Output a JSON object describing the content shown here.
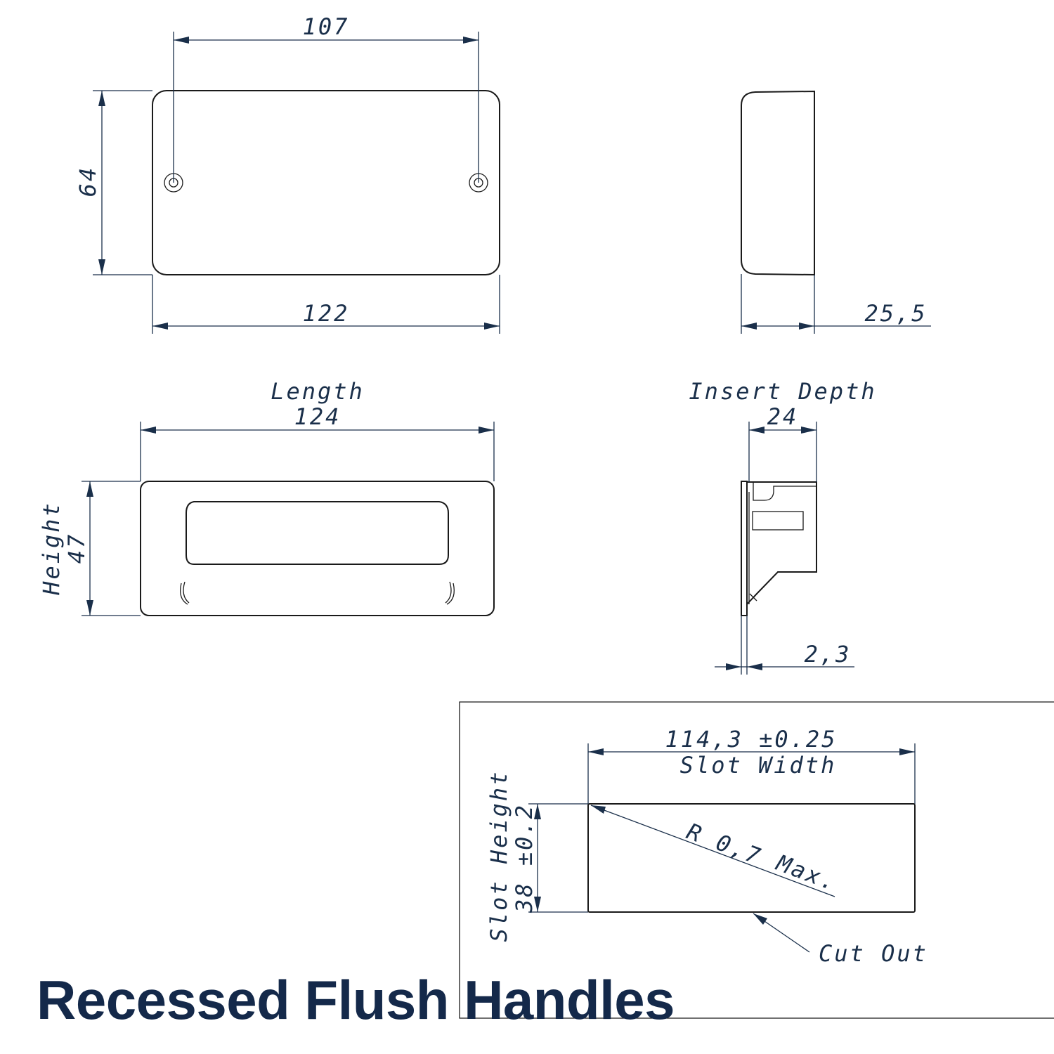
{
  "title": "Recessed Flush Handles",
  "colors": {
    "dimension": "#1a2f4a",
    "outline": "#1a1a1a",
    "title": "#14294a"
  },
  "front_view": {
    "hole_spacing": "107",
    "height": "64",
    "width": "122"
  },
  "side_view": {
    "depth": "25,5"
  },
  "handle_front": {
    "length_label": "Length",
    "length": "124",
    "height_label": "Height",
    "height": "47"
  },
  "handle_side": {
    "insert_label": "Insert Depth",
    "insert_depth": "24",
    "flange": "2,3"
  },
  "cutout": {
    "width": "114,3 ±0.25",
    "width_label": "Slot Width",
    "height_label": "Slot Height",
    "height": "38 ±0.2",
    "radius": "R 0,7",
    "radius_max": "Max.",
    "callout": "Cut Out"
  }
}
